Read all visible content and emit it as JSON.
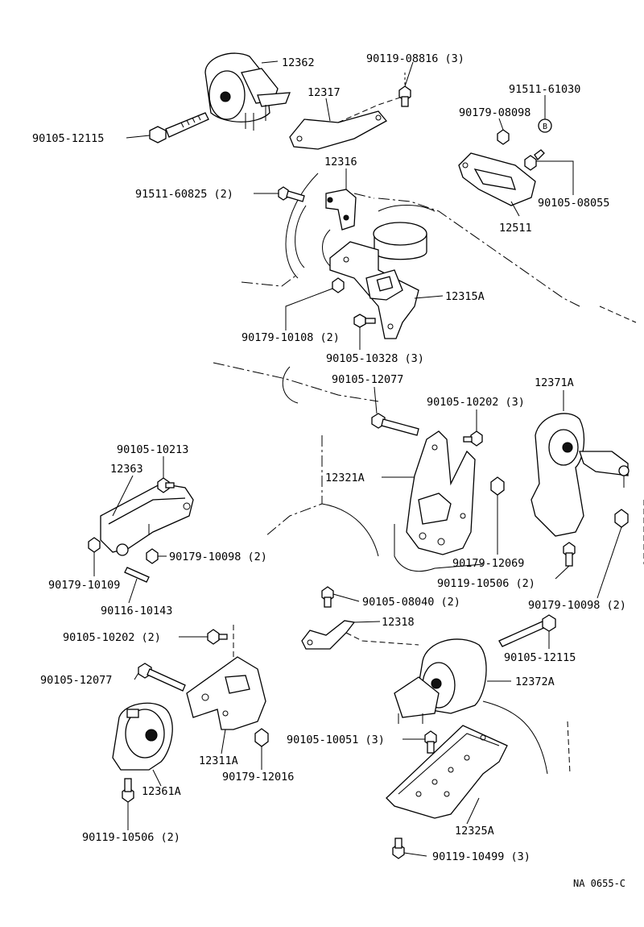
{
  "labels": {
    "p12362": "12362",
    "p90119_08816": "90119-08816 (3)",
    "p12317": "12317",
    "p91511_61030": "91511-61030",
    "p90179_08098": "90179-08098",
    "p90105_12115_top": "90105-12115",
    "p12316": "12316",
    "p91511_60825": "91511-60825 (2)",
    "p90105_08055": "90105-08055",
    "p12511": "12511",
    "p12315A": "12315A",
    "p90179_10108": "90179-10108 (2)",
    "p90105_10328": "90105-10328 (3)",
    "p90105_12077_r": "90105-12077",
    "p12371A": "12371A",
    "p90105_10202_r": "90105-10202 (3)",
    "p90105_10213": "90105-10213",
    "p12363": "12363",
    "p12321A": "12321A",
    "p90179_10098_l": "90179-10098 (2)",
    "p90179_10109": "90179-10109",
    "p90179_12069": "90179-12069",
    "p90119_10506_r": "90119-10506 (2)",
    "p90116_10143": "90116-10143",
    "p90105_08040": "90105-08040 (2)",
    "p90179_10098_r": "90179-10098 (2)",
    "p12318": "12318",
    "p90105_10202_l": "90105-10202 (2)",
    "p90105_12115_bot": "90105-12115",
    "p90105_12077_l": "90105-12077",
    "p12372A": "12372A",
    "p12311A": "12311A",
    "p90179_12016": "90179-12016",
    "p90105_10051": "90105-10051 (3)",
    "p12361A": "12361A",
    "p90119_10506_l": "90119-10506 (2)",
    "p12325A": "12325A",
    "p90119_10499": "90119-10499 (3)",
    "ref": "NA 0655-C",
    "marker_b": "B"
  }
}
